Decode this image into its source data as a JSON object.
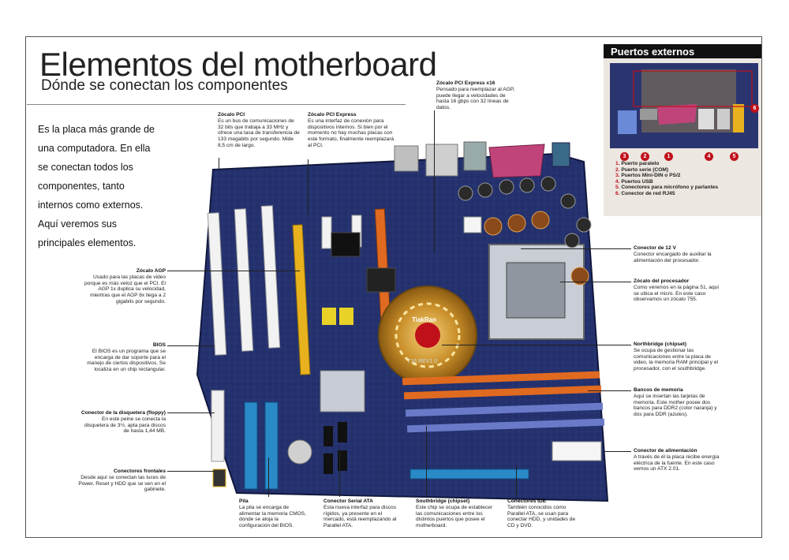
{
  "title": "Elementos del motherboard",
  "subtitle": "Dónde se conectan los componentes",
  "intro": "Es la placa más grande de una computadora. En ella se conectan todos los componentes, tanto internos como externos. Aquí veremos sus principales elementos.",
  "board_brand": "TiakRan",
  "board_model": "T16 REV1.0",
  "ports": {
    "title": "Puertos externos",
    "items": [
      {
        "n": "1.",
        "label": "Puerto paralelo"
      },
      {
        "n": "2.",
        "label": "Puerto serie (COM)"
      },
      {
        "n": "3.",
        "label": "Puertos Mini-DIN o PS/2"
      },
      {
        "n": "4.",
        "label": "Puertos USB"
      },
      {
        "n": "5.",
        "label": "Conectores para micrófono y parlantes"
      },
      {
        "n": "6.",
        "label": "Conector de red RJ45"
      }
    ],
    "markers": [
      "1",
      "2",
      "3",
      "4",
      "5",
      "6"
    ]
  },
  "callouts": {
    "pci": {
      "heading": "Zócalo PCI",
      "body": "Es un bus de comunicaciones de 32 bits que trabaja a 33 MHz y ofrece una tasa de transferencia de 133 megabits por segundo. Mide 8,5 cm de largo."
    },
    "pcie": {
      "heading": "Zócalo PCI Express",
      "body": "Es una interfaz de conexión para dispositivos internos. Si bien por el momento no hay muchas placas con este formato, finalmente reemplazará al PCI."
    },
    "pcie16": {
      "heading": "Zócalo PCI Express x16",
      "body": "Pensado para reemplazar al AGP, puede llegar a velocidades de hasta 16 gbps con 32 líneas de datos."
    },
    "agp": {
      "heading": "Zócalo AGP",
      "body": "Usado para las placas de video porque es más veloz que el PCI. El AGP 1x duplica su velocidad, mientras que el AGP 8x llega a 2 gigabits por segundo."
    },
    "bios": {
      "heading": "BIOS",
      "body": "El BIOS es un programa que se encarga de dar soporte para el manejo de ciertos dispositivos. Se localiza en un chip rectangular."
    },
    "floppy": {
      "heading": "Conector de la disquetera (floppy)",
      "body": "En este peine se conecta la disquetera de 3½, apta para discos de hasta 1,44 MB."
    },
    "front": {
      "heading": "Conectores frontales",
      "body": "Desde aquí se conectan las luces de Power, Reset y HDD que se ven en el gabinete."
    },
    "battery": {
      "heading": "Pila",
      "body": "La pila se encarga de alimentar la memoria CMOS, donde se aloja la configuración del BIOS."
    },
    "sata": {
      "heading": "Conector Serial ATA",
      "body": "Esta nueva interfaz para discos rígidos, ya presente en el mercado, está reemplazando al Parallel ATA."
    },
    "southbridge": {
      "heading": "Southbridge (chipset)",
      "body": "Este chip se ocupa de establecer las comunicaciones entre los distintos puertos que posee el motherboard."
    },
    "ide": {
      "heading": "Conectores IDE",
      "body": "También conocidos como Parallel ATA, se usan para conectar HDD, y unidades de CD y DVD."
    },
    "v12": {
      "heading": "Conector de 12 V",
      "body": "Conector encargado de auxiliar la alimentación del procesador."
    },
    "cpu": {
      "heading": "Zócalo del procesador",
      "body": "Como veremos en la página 51, aquí se ubica el micro. En este caso observamos un zócalo 755."
    },
    "northbridge": {
      "heading": "Northbridge (chipset)",
      "body": "Se ocupa de gestionar las comunicaciones entre la placa de video, la memoria RAM principal y el procesador, con el southbridge."
    },
    "memory": {
      "heading": "Bancos de memoria",
      "body": "Aquí se insertan las tarjetas de memoria. Este mother posee dos bancos para DDR2 (color naranja) y dos para DDR (azules)."
    },
    "power": {
      "heading": "Conector de alimentación",
      "body": "A través de él la placa recibe energía eléctrica de la fuente. En este caso vemos un ATX 2.01."
    }
  }
}
